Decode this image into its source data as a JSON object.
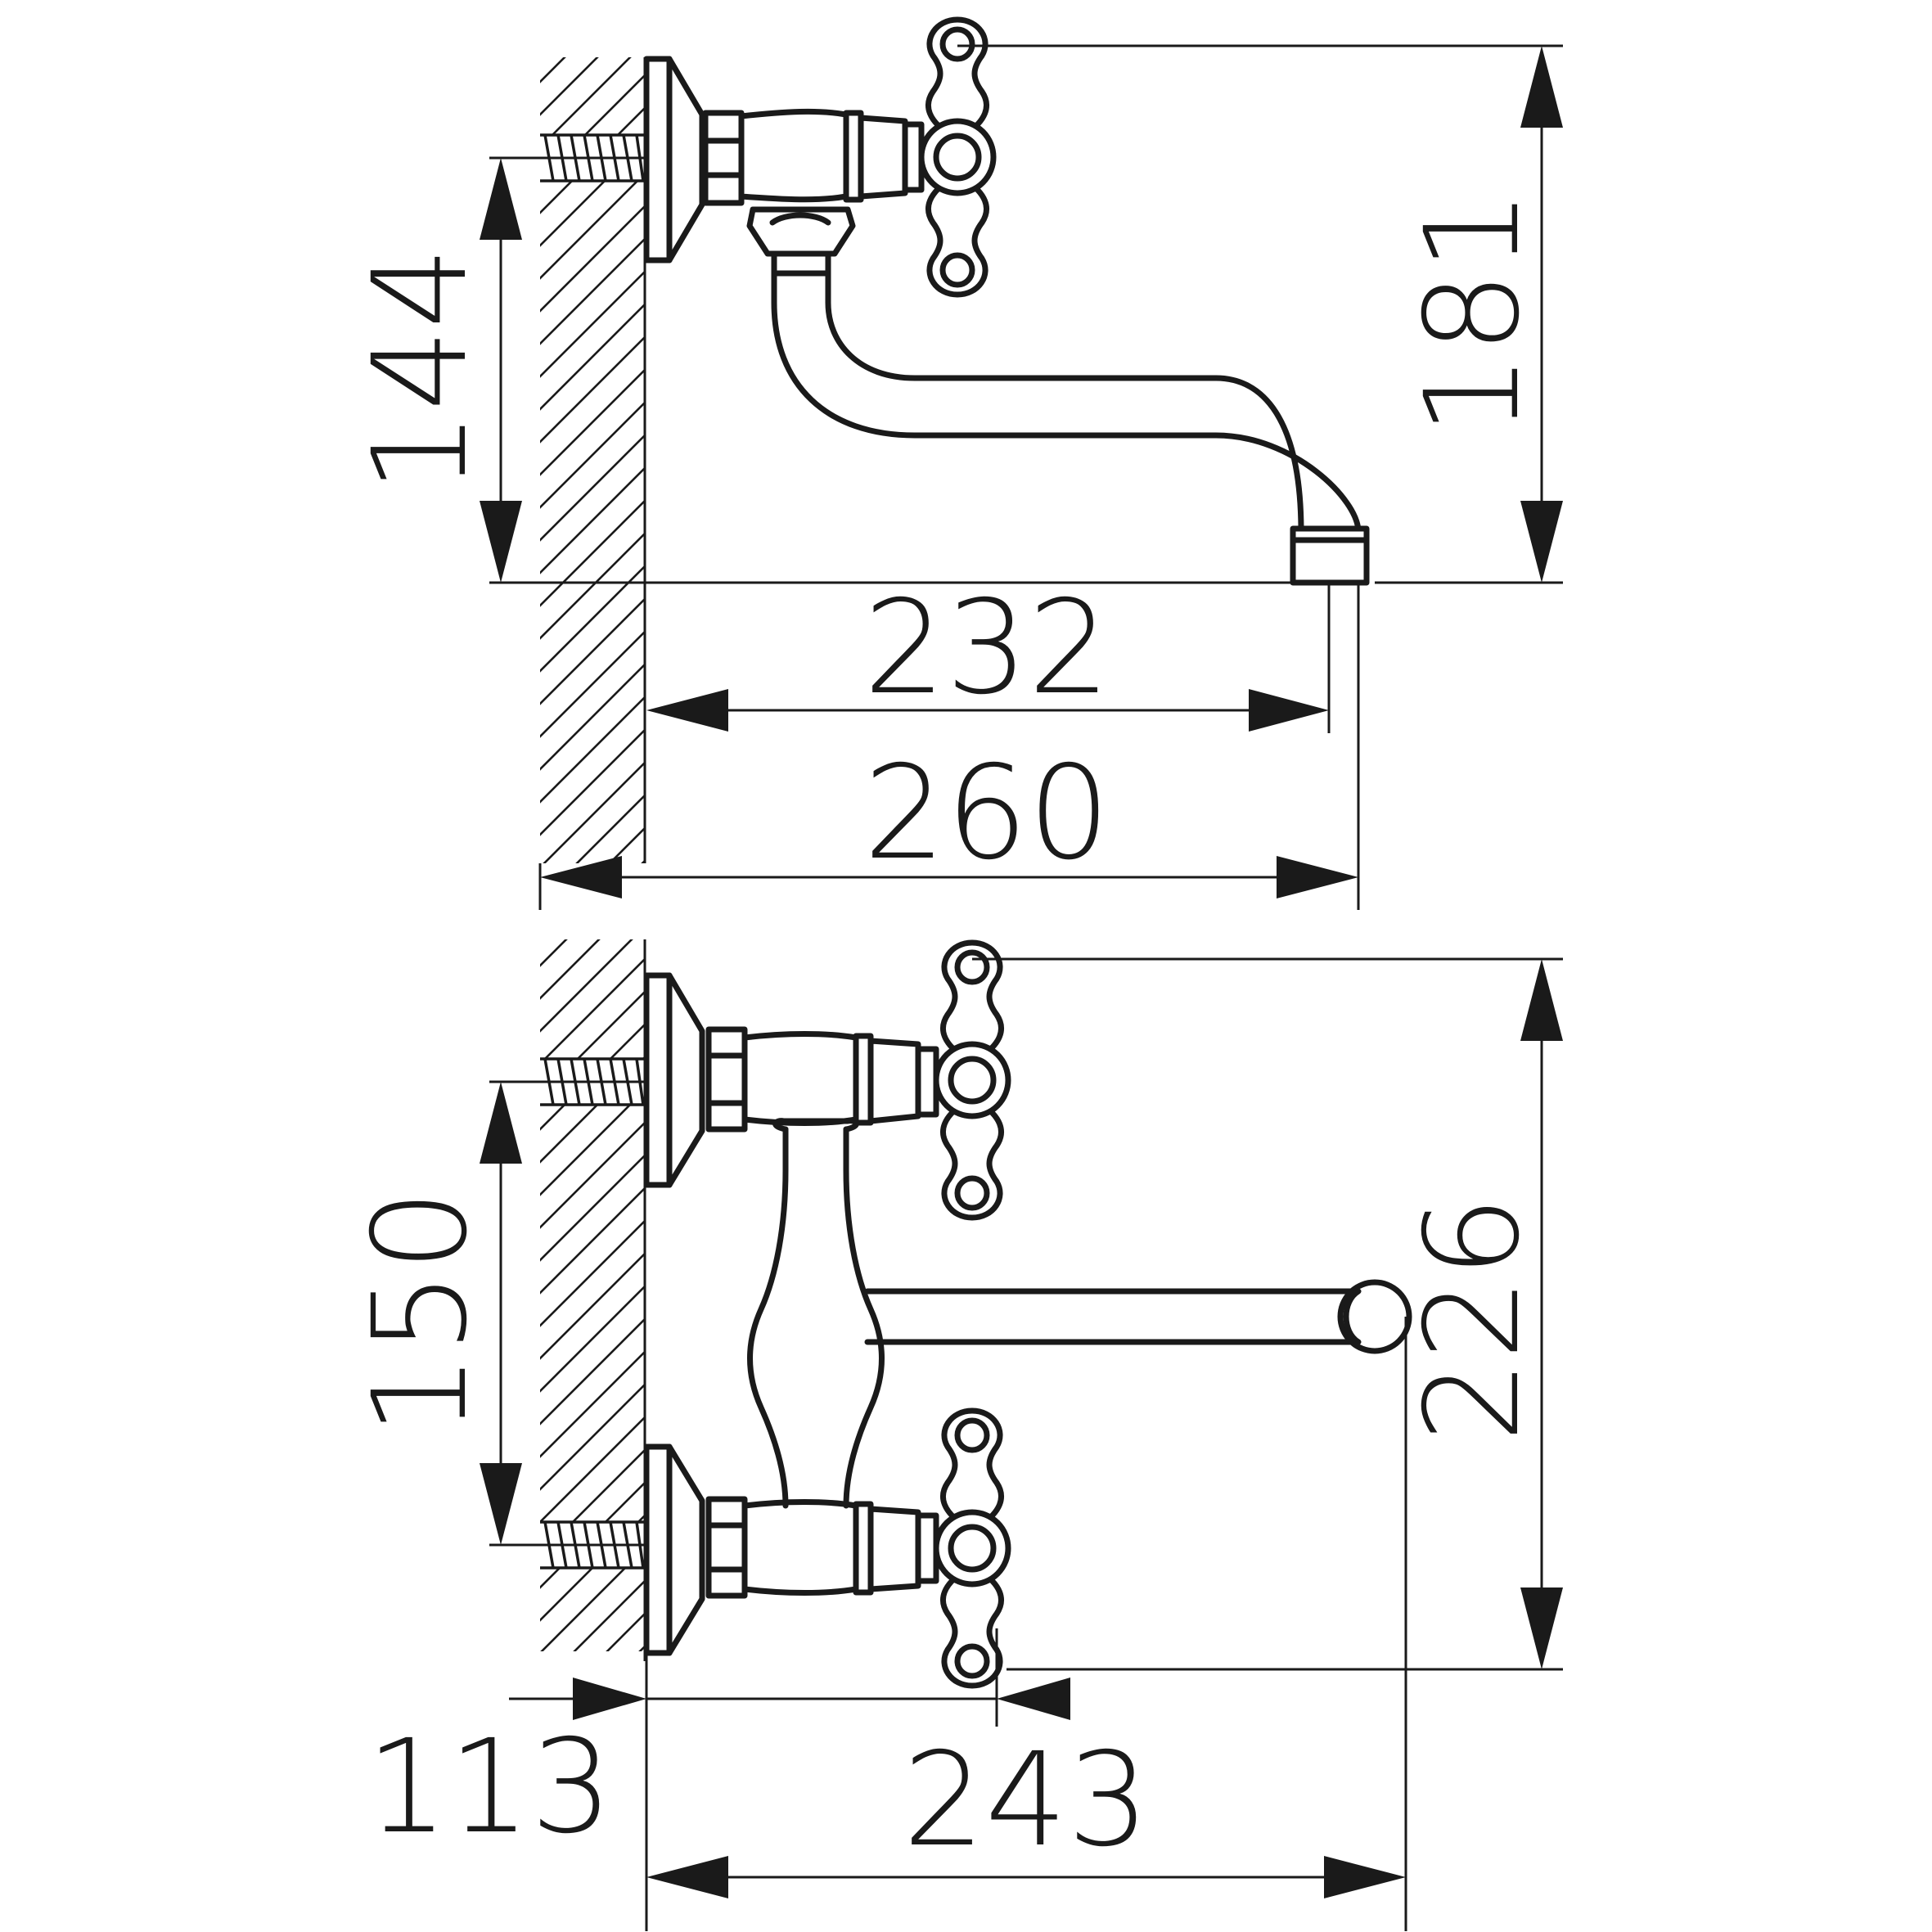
{
  "dimensions": {
    "side_view": {
      "inlet_to_outlet_height": "144",
      "total_height": "181",
      "spout_reach_from_wall_plate": "232",
      "total_depth_from_wall": "260"
    },
    "front_view": {
      "inlet_spacing": "150",
      "total_height": "226",
      "wall_plate_projection": "113",
      "spout_reach": "243"
    }
  }
}
